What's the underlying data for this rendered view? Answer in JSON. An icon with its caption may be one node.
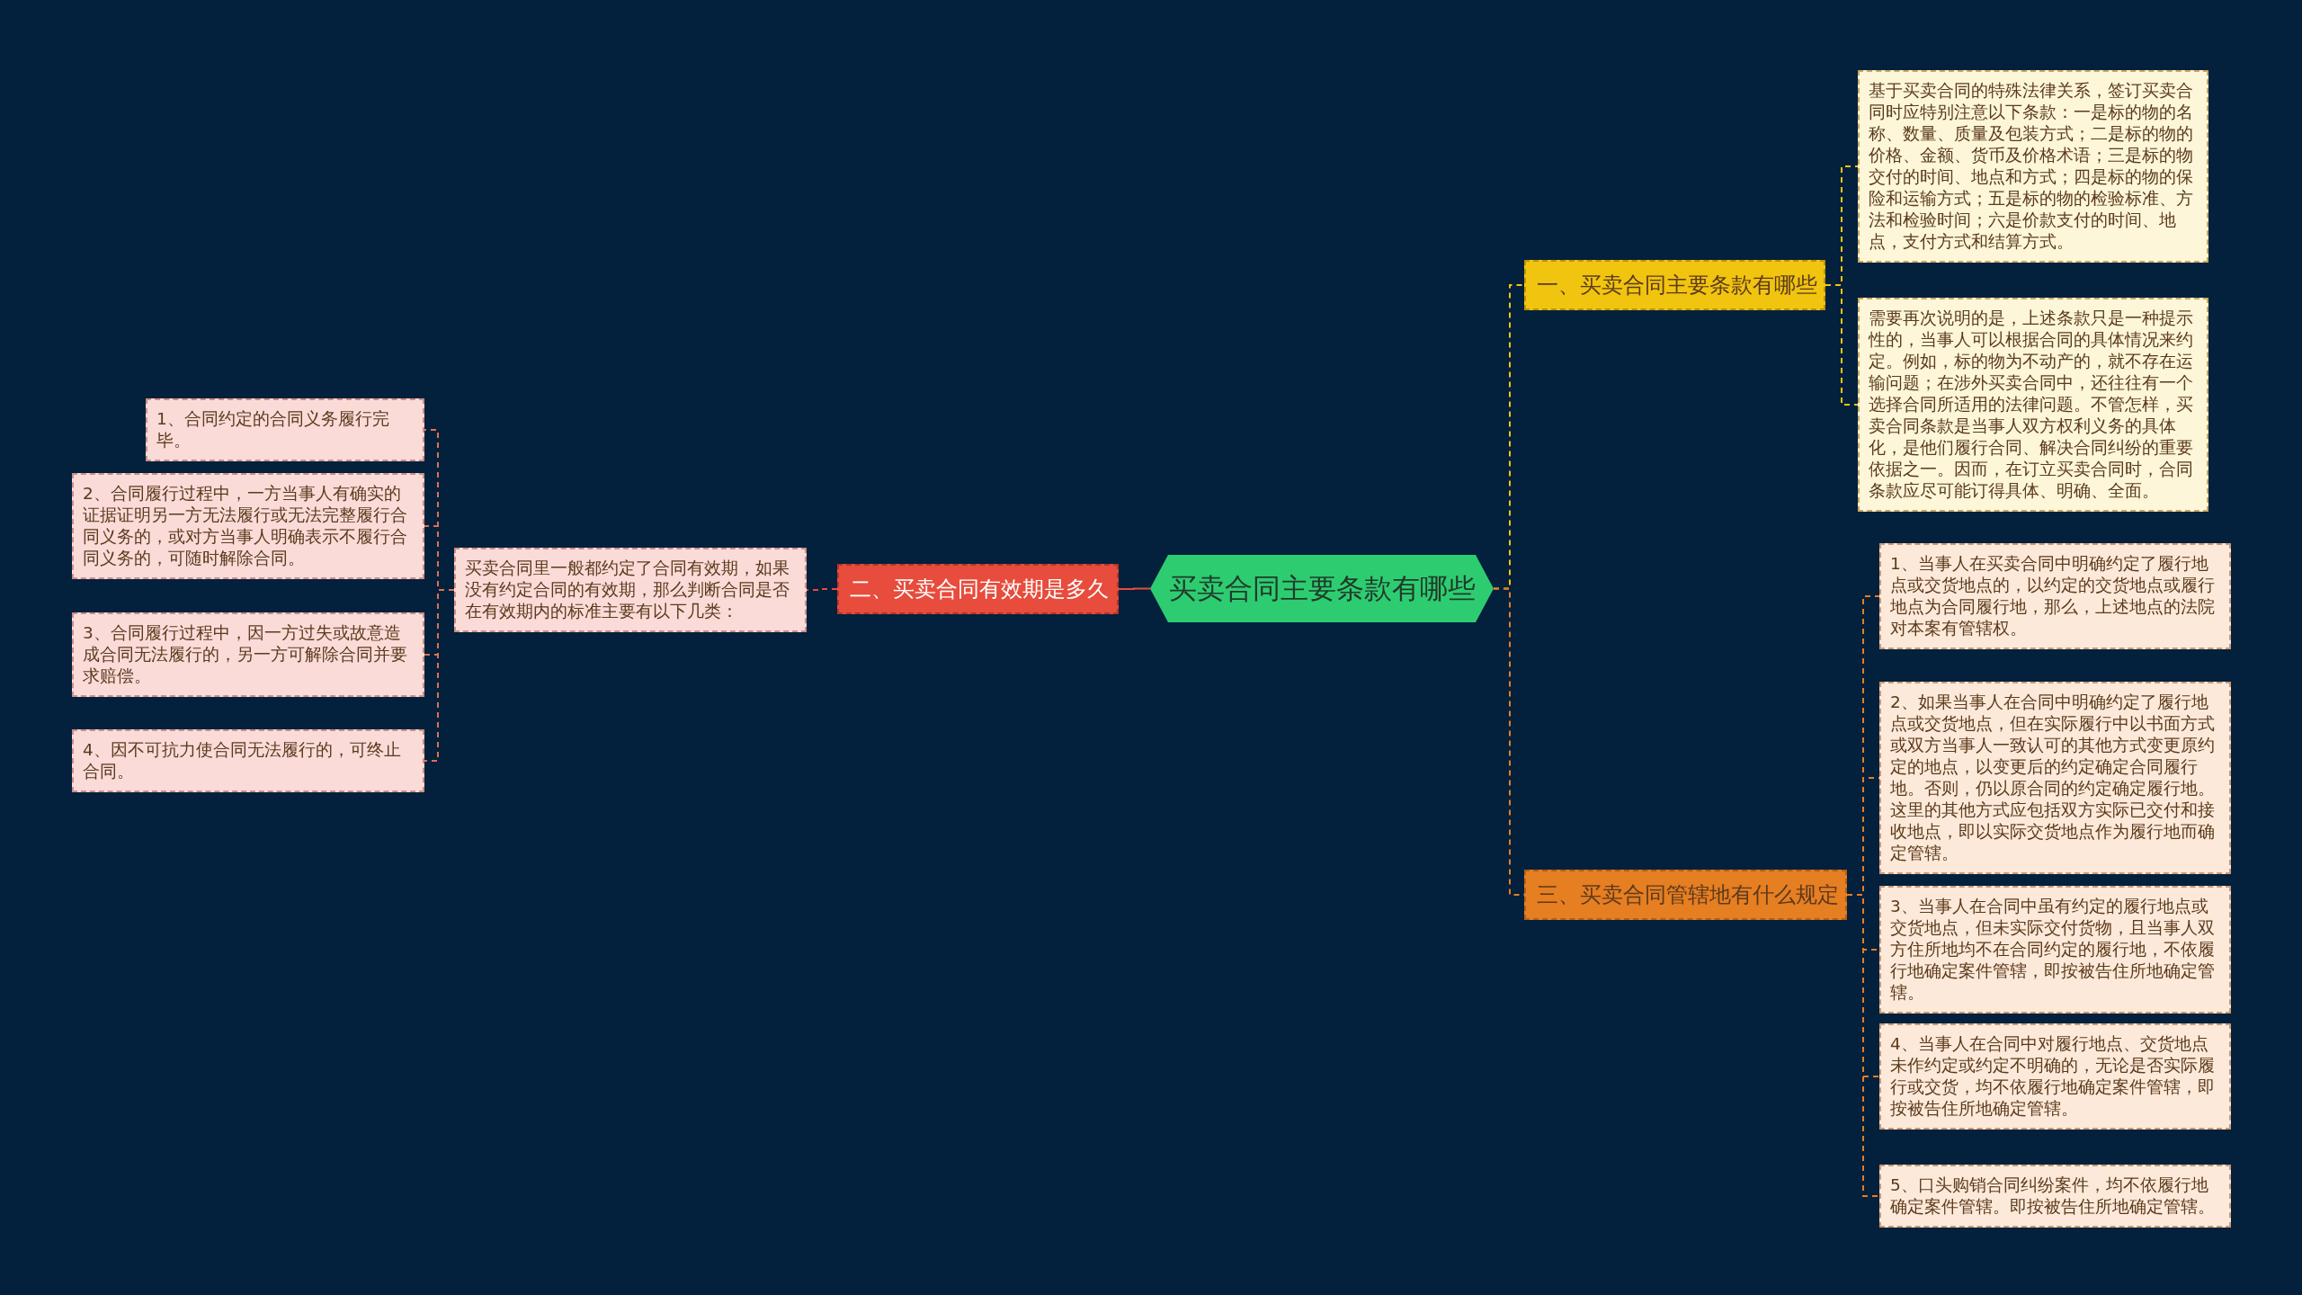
{
  "diagram": {
    "nodes": [
      {
        "text": [
          "买卖合同主要条款有哪些"
        ]
      },
      {
        "text": [
          "一、买卖合同主要条款有哪些"
        ]
      },
      {
        "text": [
          "基于买卖合同的特殊法律关系，签订买卖合同时应特别注意以下条款：一是标的物的名称、数量、质量及包装方式；二是标的物的价格、金额、货币及价格术语；三是标的物交付的时间、地点和方式；四是标的物的保险和运输方式；五是标的物的检验标准、方法和检验时间；六是价款支付的时间、地点，支付方式和结算方式。"
        ]
      },
      {
        "text": [
          "需要再次说明的是，上述条款只是一种提示性的，当事人可以根据合同的具体情况来约定。例如，标的物为不动产的，就不存在运输问题；在涉外买卖合同中，还往往有一个选择合同所适用的法律问题。不管怎样，买卖合同条款是当事人双方权利义务的具体化，是他们履行合同、解决合同纠纷的重要依据之一。因而，在订立买卖合同时，合同条款应尽可能订得具体、明确、全面。"
        ]
      },
      {
        "text": [
          "二、买卖合同有效期是多久"
        ]
      },
      {
        "text": [
          "买卖合同里一般都约定了合同有效期，如果没有约定合同的有效期，那么判断合同是否在有效期内的标准主要有以下几类："
        ]
      },
      {
        "text": [
          "1、合同约定的合同义务履行完毕。"
        ]
      },
      {
        "text": [
          "2、合同履行过程中，一方当事人有确实的证据证明另一方无法履行或无法完整履行合同义务的，或对方当事人明确表示不履行合同义务的，可随时解除合同。"
        ]
      },
      {
        "text": [
          "3、合同履行过程中，因一方过失或故意造成合同无法履行的，另一方可解除合同并要求赔偿。"
        ]
      },
      {
        "text": [
          "4、因不可抗力使合同无法履行的，可终止合同。"
        ]
      },
      {
        "text": [
          "三、买卖合同管辖地有什么规定"
        ]
      },
      {
        "text": [
          "1、当事人在买卖合同中明确约定了履行地点或交货地点的，以约定的交货地点或履行地点为合同履行地，那么，上述地点的法院对本案有管辖权。"
        ]
      },
      {
        "text": [
          "2、如果当事人在合同中明确约定了履行地点或交货地点，但在实际履行中以书面方式或双方当事人一致认可的其他方式变更原约定的地点，以变更后的约定确定合同履行地。否则，仍以原合同的约定确定履行地。这里的其他方式应包括双方实际已交付和接收地点，即以实际交货地点作为履行地而确定管辖。"
        ]
      },
      {
        "text": [
          "3、当事人在合同中虽有约定的履行地点或交货地点，但未实际交付货物，且当事人双方住所地均不在合同约定的履行地，不依履行地确定案件管辖，即按被告住所地确定管辖。"
        ]
      },
      {
        "text": [
          "4、当事人在合同中对履行地点、交货地点未作约定或约定不明确的，无论是否实际履行或交货，均不依履行地确定案件管辖，即按被告住所地确定管辖。"
        ]
      },
      {
        "text": [
          "5、口头购销合同纠纷案件，均不依履行地确定案件管辖。即按被告住所地确定管辖。"
        ]
      }
    ],
    "edges": [
      {
        "from": 0,
        "to": 1,
        "arrow": "none",
        "style": "dashed",
        "color": "#f1c40f"
      },
      {
        "from": 1,
        "to": 2,
        "arrow": "none",
        "style": "dashed",
        "color": "#f1c40f"
      },
      {
        "from": 1,
        "to": 3,
        "arrow": "none",
        "style": "dashed",
        "color": "#f1c40f"
      },
      {
        "from": 0,
        "to": 4,
        "arrow": "none",
        "color": "#e74c3c"
      },
      {
        "from": 4,
        "to": 5,
        "arrow": "none",
        "style": "dashed",
        "color": "#e74c3c"
      },
      {
        "from": 5,
        "to": 6,
        "arrow": "none",
        "style": "dashed",
        "color": "#e0704f"
      },
      {
        "from": 5,
        "to": 7,
        "arrow": "none",
        "style": "dashed",
        "color": "#e0704f"
      },
      {
        "from": 5,
        "to": 8,
        "arrow": "none",
        "style": "dashed",
        "color": "#e0704f"
      },
      {
        "from": 5,
        "to": 9,
        "arrow": "none",
        "style": "dashed",
        "color": "#e0704f"
      },
      {
        "from": 0,
        "to": 10,
        "arrow": "none",
        "style": "dashed",
        "color": "#e67e22"
      },
      {
        "from": 10,
        "to": 11,
        "arrow": "none",
        "style": "dashed",
        "color": "#e67e22"
      },
      {
        "from": 10,
        "to": 12,
        "arrow": "none",
        "style": "dashed",
        "color": "#e67e22"
      },
      {
        "from": 10,
        "to": 13,
        "arrow": "none",
        "style": "dashed",
        "color": "#e67e22"
      },
      {
        "from": 10,
        "to": 14,
        "arrow": "none",
        "style": "dashed",
        "color": "#e67e22"
      },
      {
        "from": 10,
        "to": 15,
        "arrow": "none",
        "style": "dashed",
        "color": "#e67e22"
      }
    ]
  }
}
